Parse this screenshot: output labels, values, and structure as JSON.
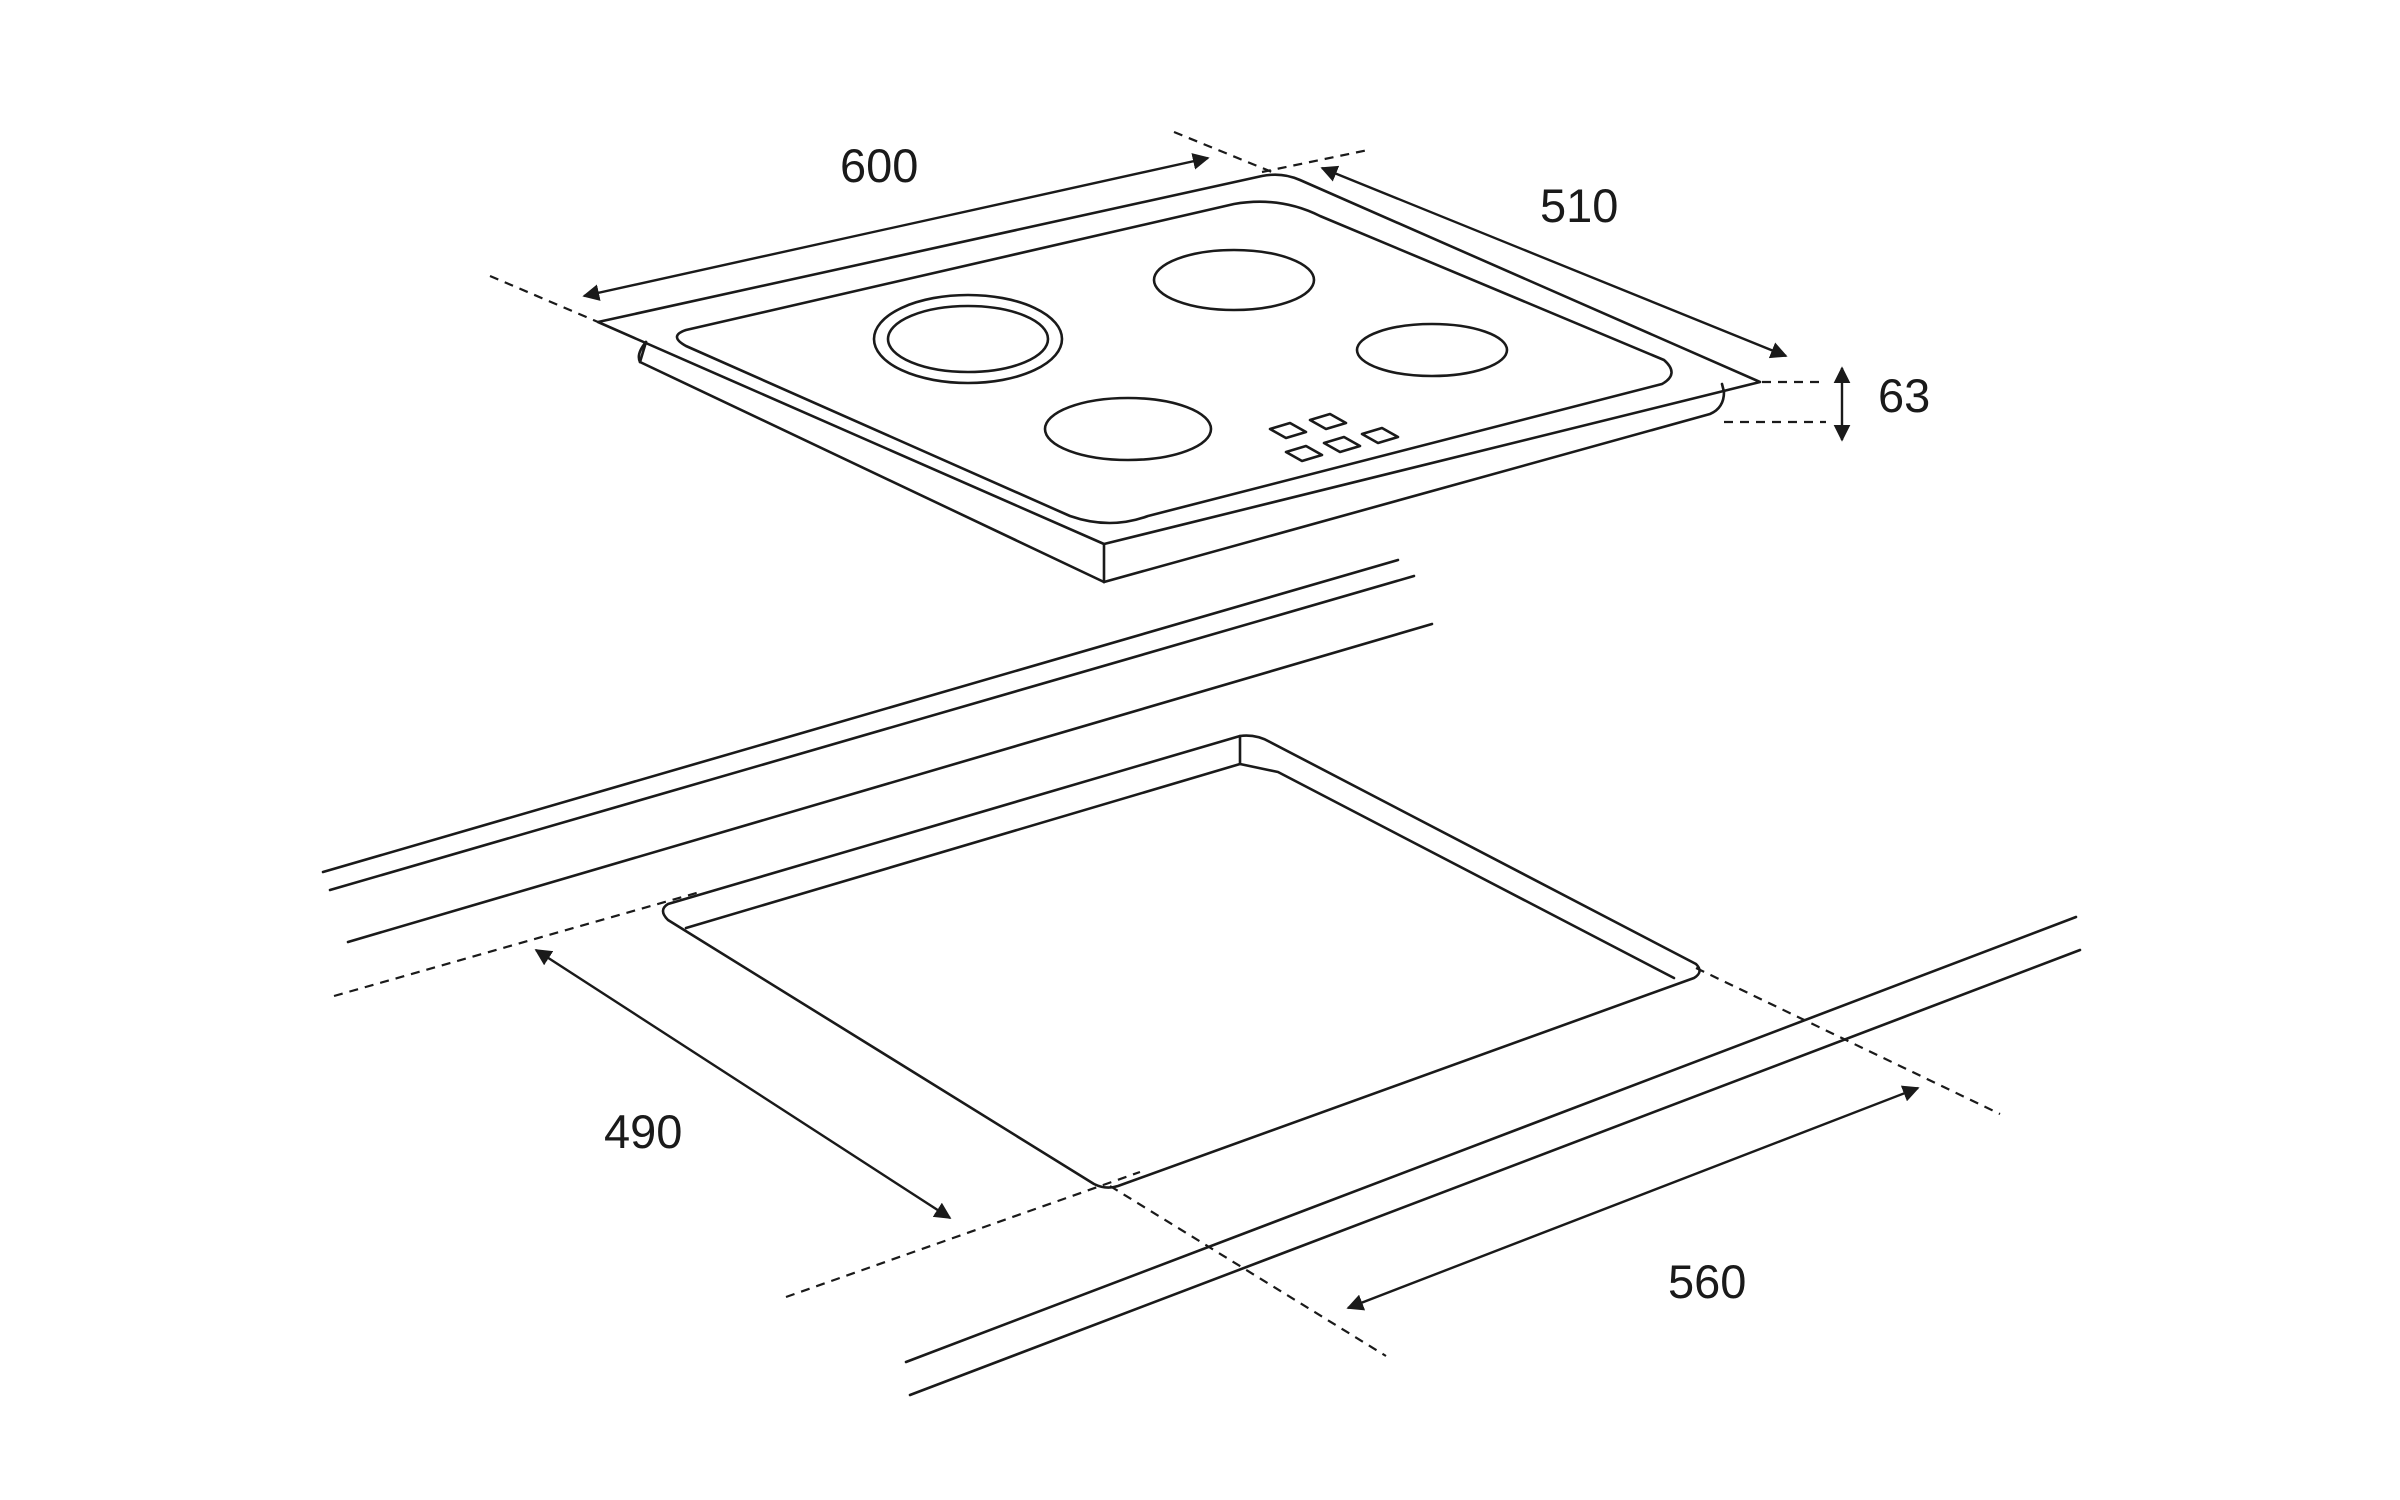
{
  "diagram": {
    "dimensions": {
      "hob_width": "600",
      "hob_depth": "510",
      "hob_height": "63",
      "cutout_depth": "490",
      "cutout_width": "560"
    },
    "colors": {
      "line": "#1a1a1a",
      "background": "#ffffff"
    }
  }
}
